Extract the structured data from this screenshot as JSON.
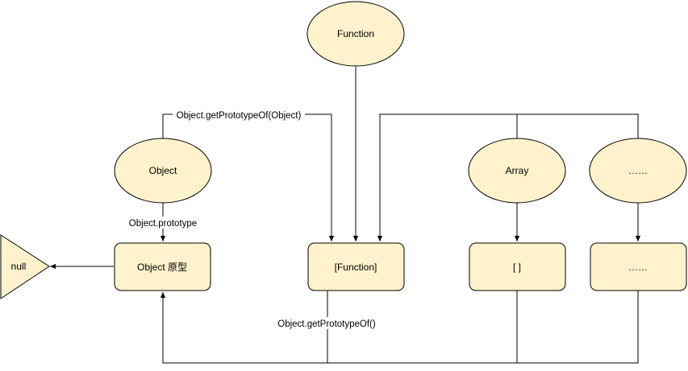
{
  "colors": {
    "node_fill": "#fff2cc",
    "stroke": "#000000",
    "background": "#ffffff"
  },
  "nodes": {
    "function": "Function",
    "object": "Object",
    "array": "Array",
    "ellipsis_top": "……",
    "null": "null",
    "object_proto": "Object 原型",
    "function_proto": "[Function]",
    "array_proto": "[ ]",
    "ellipsis_bottom": "……"
  },
  "edges": {
    "object_to_function_proto": "Object.getPrototypeOf(Object)",
    "object_to_proto": "Object.prototype",
    "function_proto_to_object_proto": "Object.getPrototypeOf()"
  }
}
